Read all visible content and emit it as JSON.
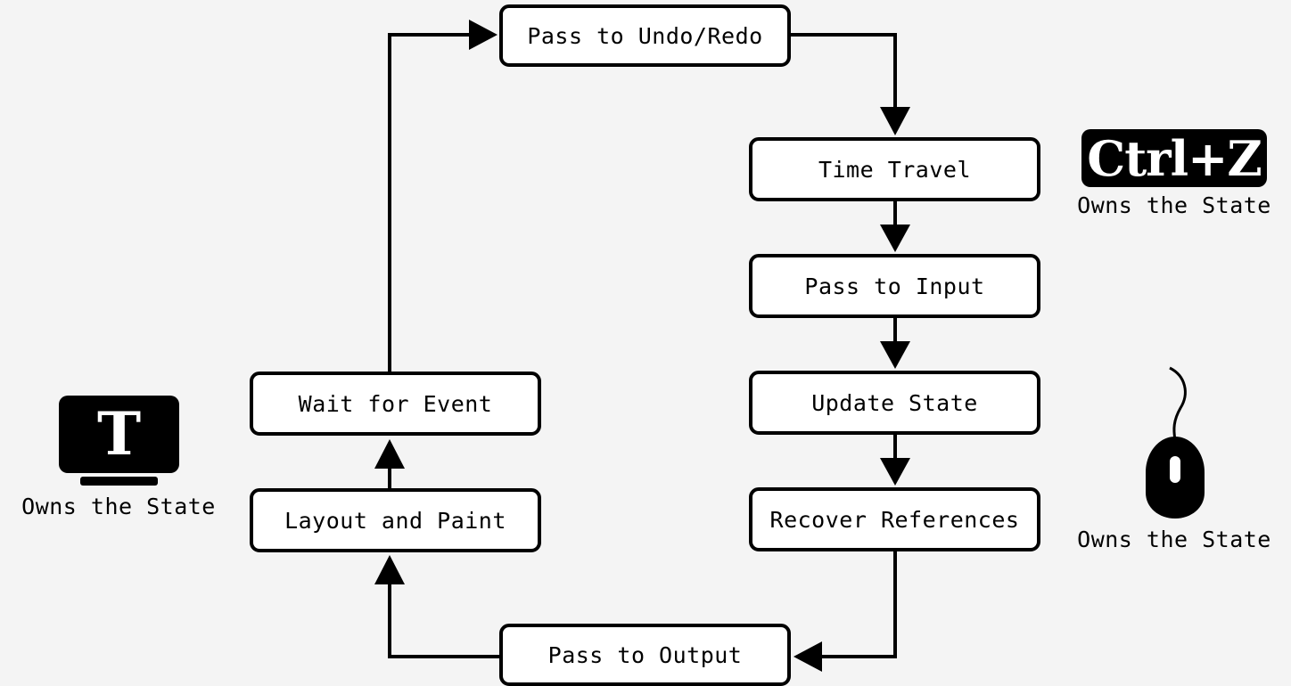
{
  "nodes": {
    "pass_to_undo_redo": "Pass to Undo/Redo",
    "time_travel": "Time Travel",
    "pass_to_input": "Pass to Input",
    "update_state": "Update State",
    "recover_references": "Recover References",
    "pass_to_output": "Pass to Output",
    "layout_and_paint": "Layout and Paint",
    "wait_for_event": "Wait for Event"
  },
  "owners": {
    "undo_redo": {
      "icon": "ctrl-z-icon",
      "key_label": "Ctrl+Z",
      "caption": "Owns the State"
    },
    "input": {
      "icon": "mouse-icon",
      "caption": "Owns the State"
    },
    "display": {
      "icon": "monitor-icon",
      "glyph": "T",
      "caption": "Owns the State"
    }
  },
  "colors": {
    "background": "#f4f4f4",
    "node_fill": "#ffffff",
    "stroke": "#000000"
  }
}
